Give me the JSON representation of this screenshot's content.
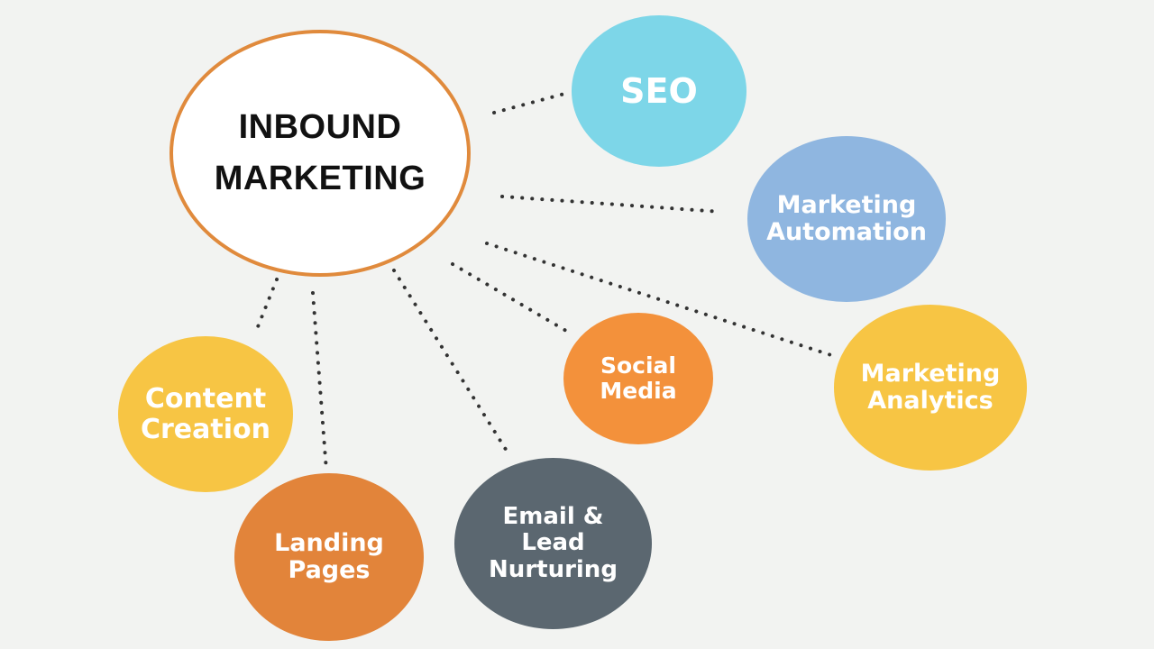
{
  "hub": {
    "line1": "INBOUND",
    "line2": "MARKETING",
    "border_color": "#e08a3c"
  },
  "nodes": {
    "seo": {
      "lines": [
        "SEO"
      ],
      "color": "#7dd6e8"
    },
    "marketing_automation": {
      "lines": [
        "Marketing",
        "Automation"
      ],
      "color": "#8fb6e0"
    },
    "marketing_analytics": {
      "lines": [
        "Marketing",
        "Analytics"
      ],
      "color": "#f7c544"
    },
    "social_media": {
      "lines": [
        "Social",
        "Media"
      ],
      "color": "#f3913b"
    },
    "content_creation": {
      "lines": [
        "Content",
        "Creation"
      ],
      "color": "#f7c544"
    },
    "landing_pages": {
      "lines": [
        "Landing",
        "Pages"
      ],
      "color": "#e2843a"
    },
    "email_lead_nurturing": {
      "lines": [
        "Email &",
        "Lead",
        "Nurturing"
      ],
      "color": "#5b6770"
    }
  },
  "connector_color": "#333333"
}
